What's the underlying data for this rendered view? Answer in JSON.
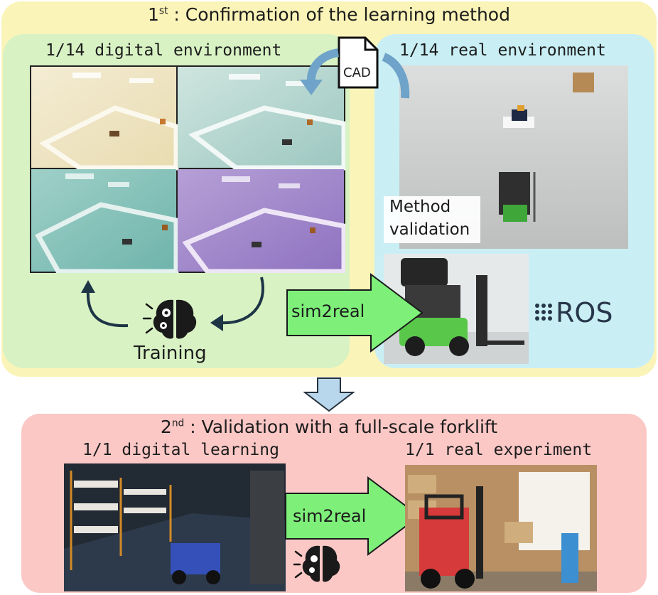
{
  "stage1": {
    "title_prefix": "1",
    "title_sup": "st",
    "title_rest": " : Confirmation of the learning method",
    "digital_env_label": "1/14 digital environment",
    "real_env_label": "1/14 real environment",
    "cad_label": "CAD",
    "method_validation_line1": "Method",
    "method_validation_line2": "validation",
    "training_label": "Training",
    "sim2real_label": "sim2real",
    "ros_label": "ROS"
  },
  "stage2": {
    "title_prefix": "2",
    "title_sup": "nd",
    "title_rest": " : Validation with a full-scale forklift",
    "digital_learning_label": "1/1 digital learning",
    "real_experiment_label": "1/1 real experiment",
    "sim2real_label": "sim2real"
  },
  "colors": {
    "outer_yellow": "#fbf4b8",
    "green_panel": "#d8f2c4",
    "blue_panel": "#c9eff5",
    "red_panel": "#fbc8c6",
    "sim2real_arrow": "#7ef07a",
    "down_arrow": "#b8d7ec",
    "curve_arrow_dark": "#1d3545",
    "curve_arrow_blue": "#6fa3c9"
  }
}
